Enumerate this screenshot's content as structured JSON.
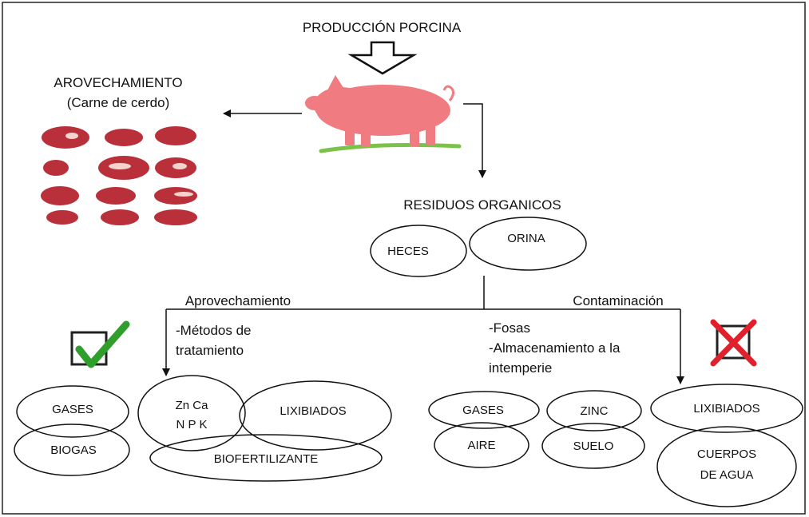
{
  "header": {
    "title": "PRODUCCIÓN PORCINA"
  },
  "left_use": {
    "title": "AROVECHAMIENTO",
    "subtitle": "(Carne de cerdo)"
  },
  "residues": {
    "title": "RESIDUOS ORGANICOS",
    "heces": "HECES",
    "orina": "ORINA"
  },
  "branches": {
    "left": {
      "title": "Aprovechamiento",
      "note_line1": "-Métodos de",
      "note_line2": "tratamiento",
      "status_icon": "green-check-icon",
      "gases": "GASES",
      "biogas": "BIOGAS",
      "nutrients_line1": "Zn Ca",
      "nutrients_line2": "N P K",
      "lixiviados": "LIXIBIADOS",
      "biofertilizante": "BIOFERTILIZANTE"
    },
    "right": {
      "title": "Contaminación",
      "note_line1": "-Fosas",
      "note_line2": "-Almacenamiento a la",
      "note_line3": "intemperie",
      "status_icon": "red-x-icon",
      "gases": "GASES",
      "aire": "AIRE",
      "zinc": "ZINC",
      "suelo": "SUELO",
      "lixiviados": "LIXIBIADOS",
      "cuerpos_line1": "CUERPOS",
      "cuerpos_line2": "DE AGUA"
    }
  },
  "colors": {
    "pig": "#f07b80",
    "grass": "#7cc24a",
    "check": "#2f9e2a",
    "cross": "#e0202a",
    "meat": "#b9303a"
  }
}
